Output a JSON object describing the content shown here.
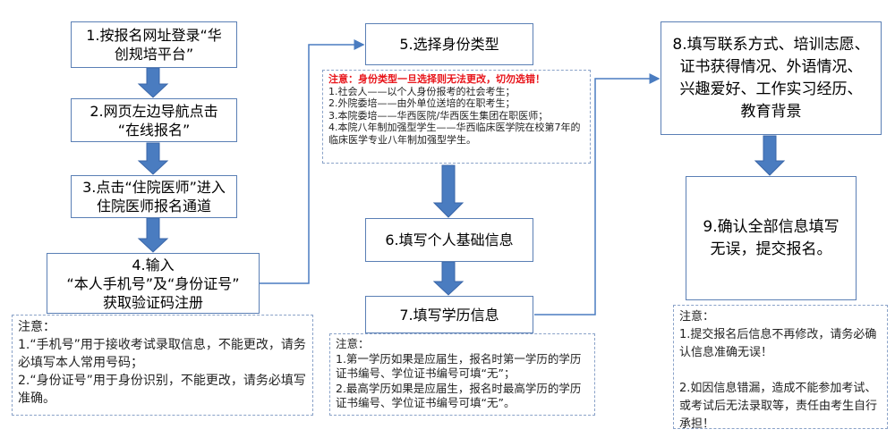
{
  "steps": {
    "s1": "1.按报名网址登录“华\n创规培平台”",
    "s2": "2.网页左边导航点击\n“在线报名”",
    "s3": "3.点击“住院医师”进入\n住院医师报名通道",
    "s4": "4.输入\n“本人手机号”及“身份证号”\n获取验证码注册",
    "s5": "5.选择身份类型",
    "s6": "6.填写个人基础信息",
    "s7": "7.填写学历信息",
    "s8": "8.填写联系方式、培训志愿、\n证书获得情况、外语情况、\n兴趣爱好、工作实习经历、\n教育背景",
    "s9": "9.确认全部信息填写\n无误，提交报名。"
  },
  "notes": {
    "n4": "注意：\n1.“手机号”用于接收考试录取信息，不能更改，请务必填写本人常用号码；\n2.“身份证号”用于身份识别，不能更改，请务必填写准确。",
    "n5_title": "注意：身份类型一旦选择则无法更改，切勿选错！",
    "n5_body": "1.社会人——以个人身份报考的社会考生；\n2.外院委培——由外单位送培的在职考生；\n3.本院委培——华西医院/华西医生集团在职医师；\n4.本院八年制加强型学生——华西临床医学院在校第7年的临床医学专业八年制加强型学生。",
    "n7": "注意：\n1.第一学历如果是应届生，报名时第一学历的学历证书编号、学位证书编号可填“无”；\n2.最高学历如果是应届生，报名时最高学历的学历证书编号、学位证书编号可填“无”。",
    "n9": "注意：\n1.提交报名后信息不再修改，请务必确认信息准确无误！\n\n2.如因信息错漏，造成不能参加考试、或考试后无法录取等，责任由考生自行承担！"
  },
  "colors": {
    "arrow": "#4a7cc0",
    "line": "#4a7cc0",
    "alert": "#e8141a"
  }
}
